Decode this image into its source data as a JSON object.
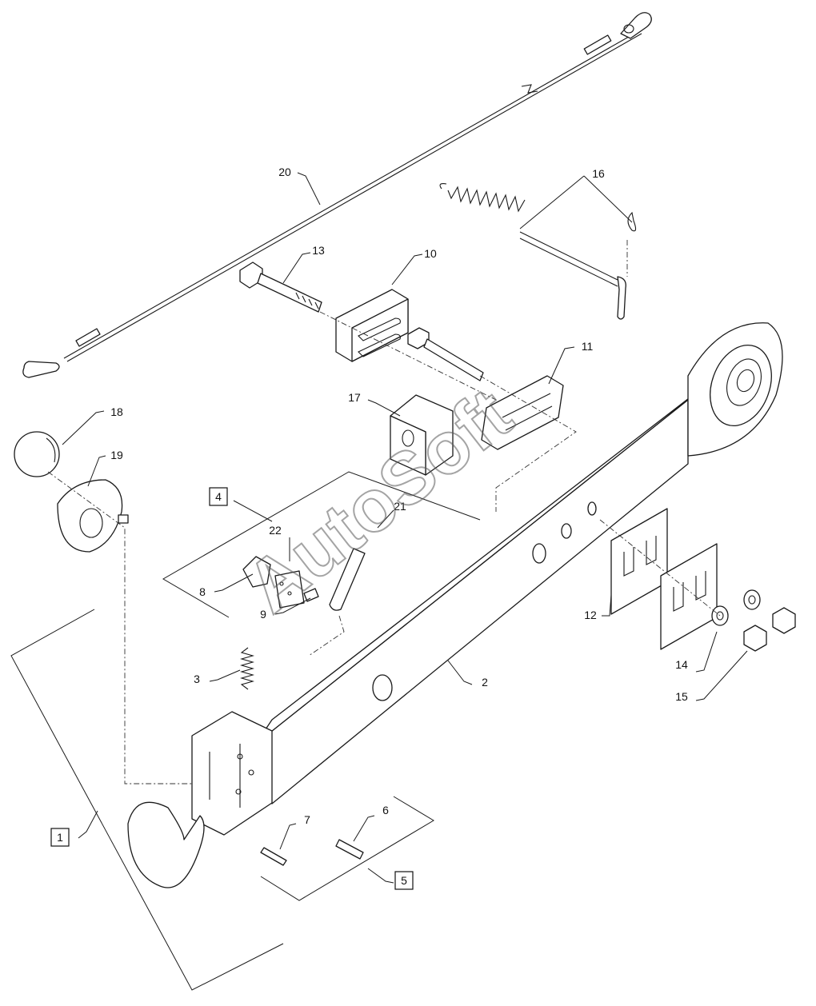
{
  "watermark": "AutoSoft",
  "callouts": [
    {
      "id": "1",
      "text": "1",
      "boxed": true
    },
    {
      "id": "2",
      "text": "2",
      "boxed": false
    },
    {
      "id": "3",
      "text": "3",
      "boxed": false
    },
    {
      "id": "4",
      "text": "4",
      "boxed": true
    },
    {
      "id": "5",
      "text": "5",
      "boxed": true
    },
    {
      "id": "6",
      "text": "6",
      "boxed": false
    },
    {
      "id": "7",
      "text": "7",
      "boxed": false
    },
    {
      "id": "8",
      "text": "8",
      "boxed": false
    },
    {
      "id": "9",
      "text": "9",
      "boxed": false
    },
    {
      "id": "10",
      "text": "10",
      "boxed": false
    },
    {
      "id": "11",
      "text": "11",
      "boxed": false
    },
    {
      "id": "12",
      "text": "12",
      "boxed": false
    },
    {
      "id": "13",
      "text": "13",
      "boxed": false
    },
    {
      "id": "14",
      "text": "14",
      "boxed": false
    },
    {
      "id": "15",
      "text": "15",
      "boxed": false
    },
    {
      "id": "16",
      "text": "16",
      "boxed": false
    },
    {
      "id": "17",
      "text": "17",
      "boxed": false
    },
    {
      "id": "18",
      "text": "18",
      "boxed": false
    },
    {
      "id": "19",
      "text": "19",
      "boxed": false
    },
    {
      "id": "20",
      "text": "20",
      "boxed": false
    },
    {
      "id": "21",
      "text": "21",
      "boxed": false
    },
    {
      "id": "22",
      "text": "22",
      "boxed": false
    }
  ]
}
